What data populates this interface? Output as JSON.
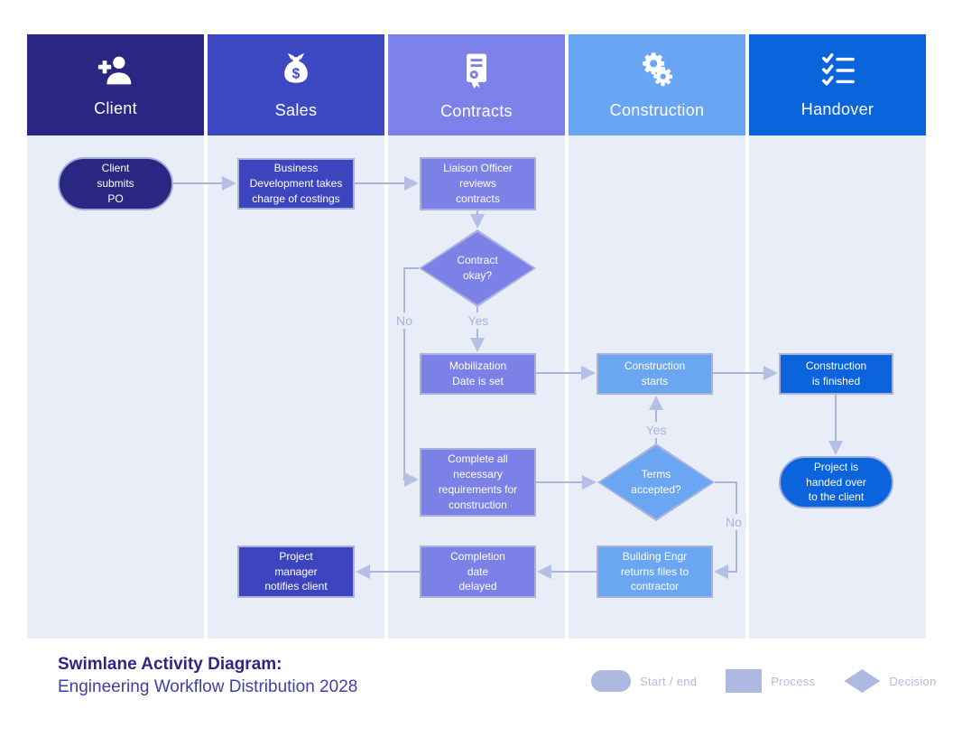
{
  "title": "Swimlane Activity Diagram",
  "colors": {
    "lane_background": "#E8EDF8",
    "client": "#2A2783",
    "sales": "#3C49C3",
    "contracts": "#7D82EA",
    "construction": "#68A5F3",
    "handover": "#0A64DB",
    "node_border": "#A9B2DC",
    "connector": "#A9B5DB",
    "edge_label_text": "#A8B4DE",
    "legend_shape": "#AEB9E2",
    "footer_title": "#2B2884"
  },
  "lanes": [
    {
      "label": "Client",
      "icon": "person-add-icon",
      "color": "#2A2783"
    },
    {
      "label": "Sales",
      "icon": "money-bag-icon",
      "color": "#3C49C3"
    },
    {
      "label": "Contracts",
      "icon": "certificate-icon",
      "color": "#7D82EA"
    },
    {
      "label": "Construction",
      "icon": "gears-icon",
      "color": "#68A5F3"
    },
    {
      "label": "Handover",
      "icon": "checklist-icon",
      "color": "#0A64DB"
    }
  ],
  "nodes": {
    "client_submits_po": {
      "label": "Client\nsubmits\nPO",
      "type": "start-end",
      "lane": "Client"
    },
    "business_development": {
      "label": "Business\nDevelopment takes\ncharge of costings",
      "type": "process",
      "lane": "Sales"
    },
    "liaison_officer": {
      "label": "Liaison Officer\nreviews\ncontracts",
      "type": "process",
      "lane": "Contracts"
    },
    "contract_okay": {
      "label": "Contract\nokay?",
      "type": "decision",
      "lane": "Contracts"
    },
    "mobilization": {
      "label": "Mobilization\nDate is set",
      "type": "process",
      "lane": "Contracts"
    },
    "construction_starts": {
      "label": "Construction\nstarts",
      "type": "process",
      "lane": "Construction"
    },
    "construction_finished": {
      "label": "Construction\nis finished",
      "type": "process",
      "lane": "Handover"
    },
    "complete_requirements": {
      "label": "Complete all\nnecessary\nrequirements for\nconstruction",
      "type": "process",
      "lane": "Contracts"
    },
    "terms_accepted": {
      "label": "Terms\naccepted?",
      "type": "decision",
      "lane": "Construction"
    },
    "project_handed_over": {
      "label": "Project is\nhanded over\nto the client",
      "type": "start-end",
      "lane": "Handover"
    },
    "project_manager_notifies": {
      "label": "Project\nmanager\nnotifies client",
      "type": "process",
      "lane": "Sales"
    },
    "completion_delayed": {
      "label": "Completion\ndate\ndelayed",
      "type": "process",
      "lane": "Contracts"
    },
    "building_engr": {
      "label": "Building Engr\nreturns files to\ncontractor",
      "type": "process",
      "lane": "Construction"
    }
  },
  "edges": [
    {
      "from": "client_submits_po",
      "to": "business_development",
      "label": ""
    },
    {
      "from": "business_development",
      "to": "liaison_officer",
      "label": ""
    },
    {
      "from": "liaison_officer",
      "to": "contract_okay",
      "label": ""
    },
    {
      "from": "contract_okay",
      "to": "mobilization",
      "label": "Yes"
    },
    {
      "from": "contract_okay",
      "to": "complete_requirements",
      "label": "No"
    },
    {
      "from": "mobilization",
      "to": "construction_starts",
      "label": ""
    },
    {
      "from": "construction_starts",
      "to": "construction_finished",
      "label": ""
    },
    {
      "from": "construction_finished",
      "to": "project_handed_over",
      "label": ""
    },
    {
      "from": "complete_requirements",
      "to": "terms_accepted",
      "label": ""
    },
    {
      "from": "terms_accepted",
      "to": "construction_starts",
      "label": "Yes"
    },
    {
      "from": "terms_accepted",
      "to": "building_engr",
      "label": "No"
    },
    {
      "from": "building_engr",
      "to": "completion_delayed",
      "label": ""
    },
    {
      "from": "completion_delayed",
      "to": "project_manager_notifies",
      "label": ""
    }
  ],
  "footer": {
    "title": "Swimlane Activity Diagram:",
    "subtitle": "Engineering Workflow Distribution 2028"
  },
  "legend": [
    {
      "shape": "start-end",
      "label": "Start / end"
    },
    {
      "shape": "process",
      "label": "Process"
    },
    {
      "shape": "decision",
      "label": "Decision"
    }
  ]
}
